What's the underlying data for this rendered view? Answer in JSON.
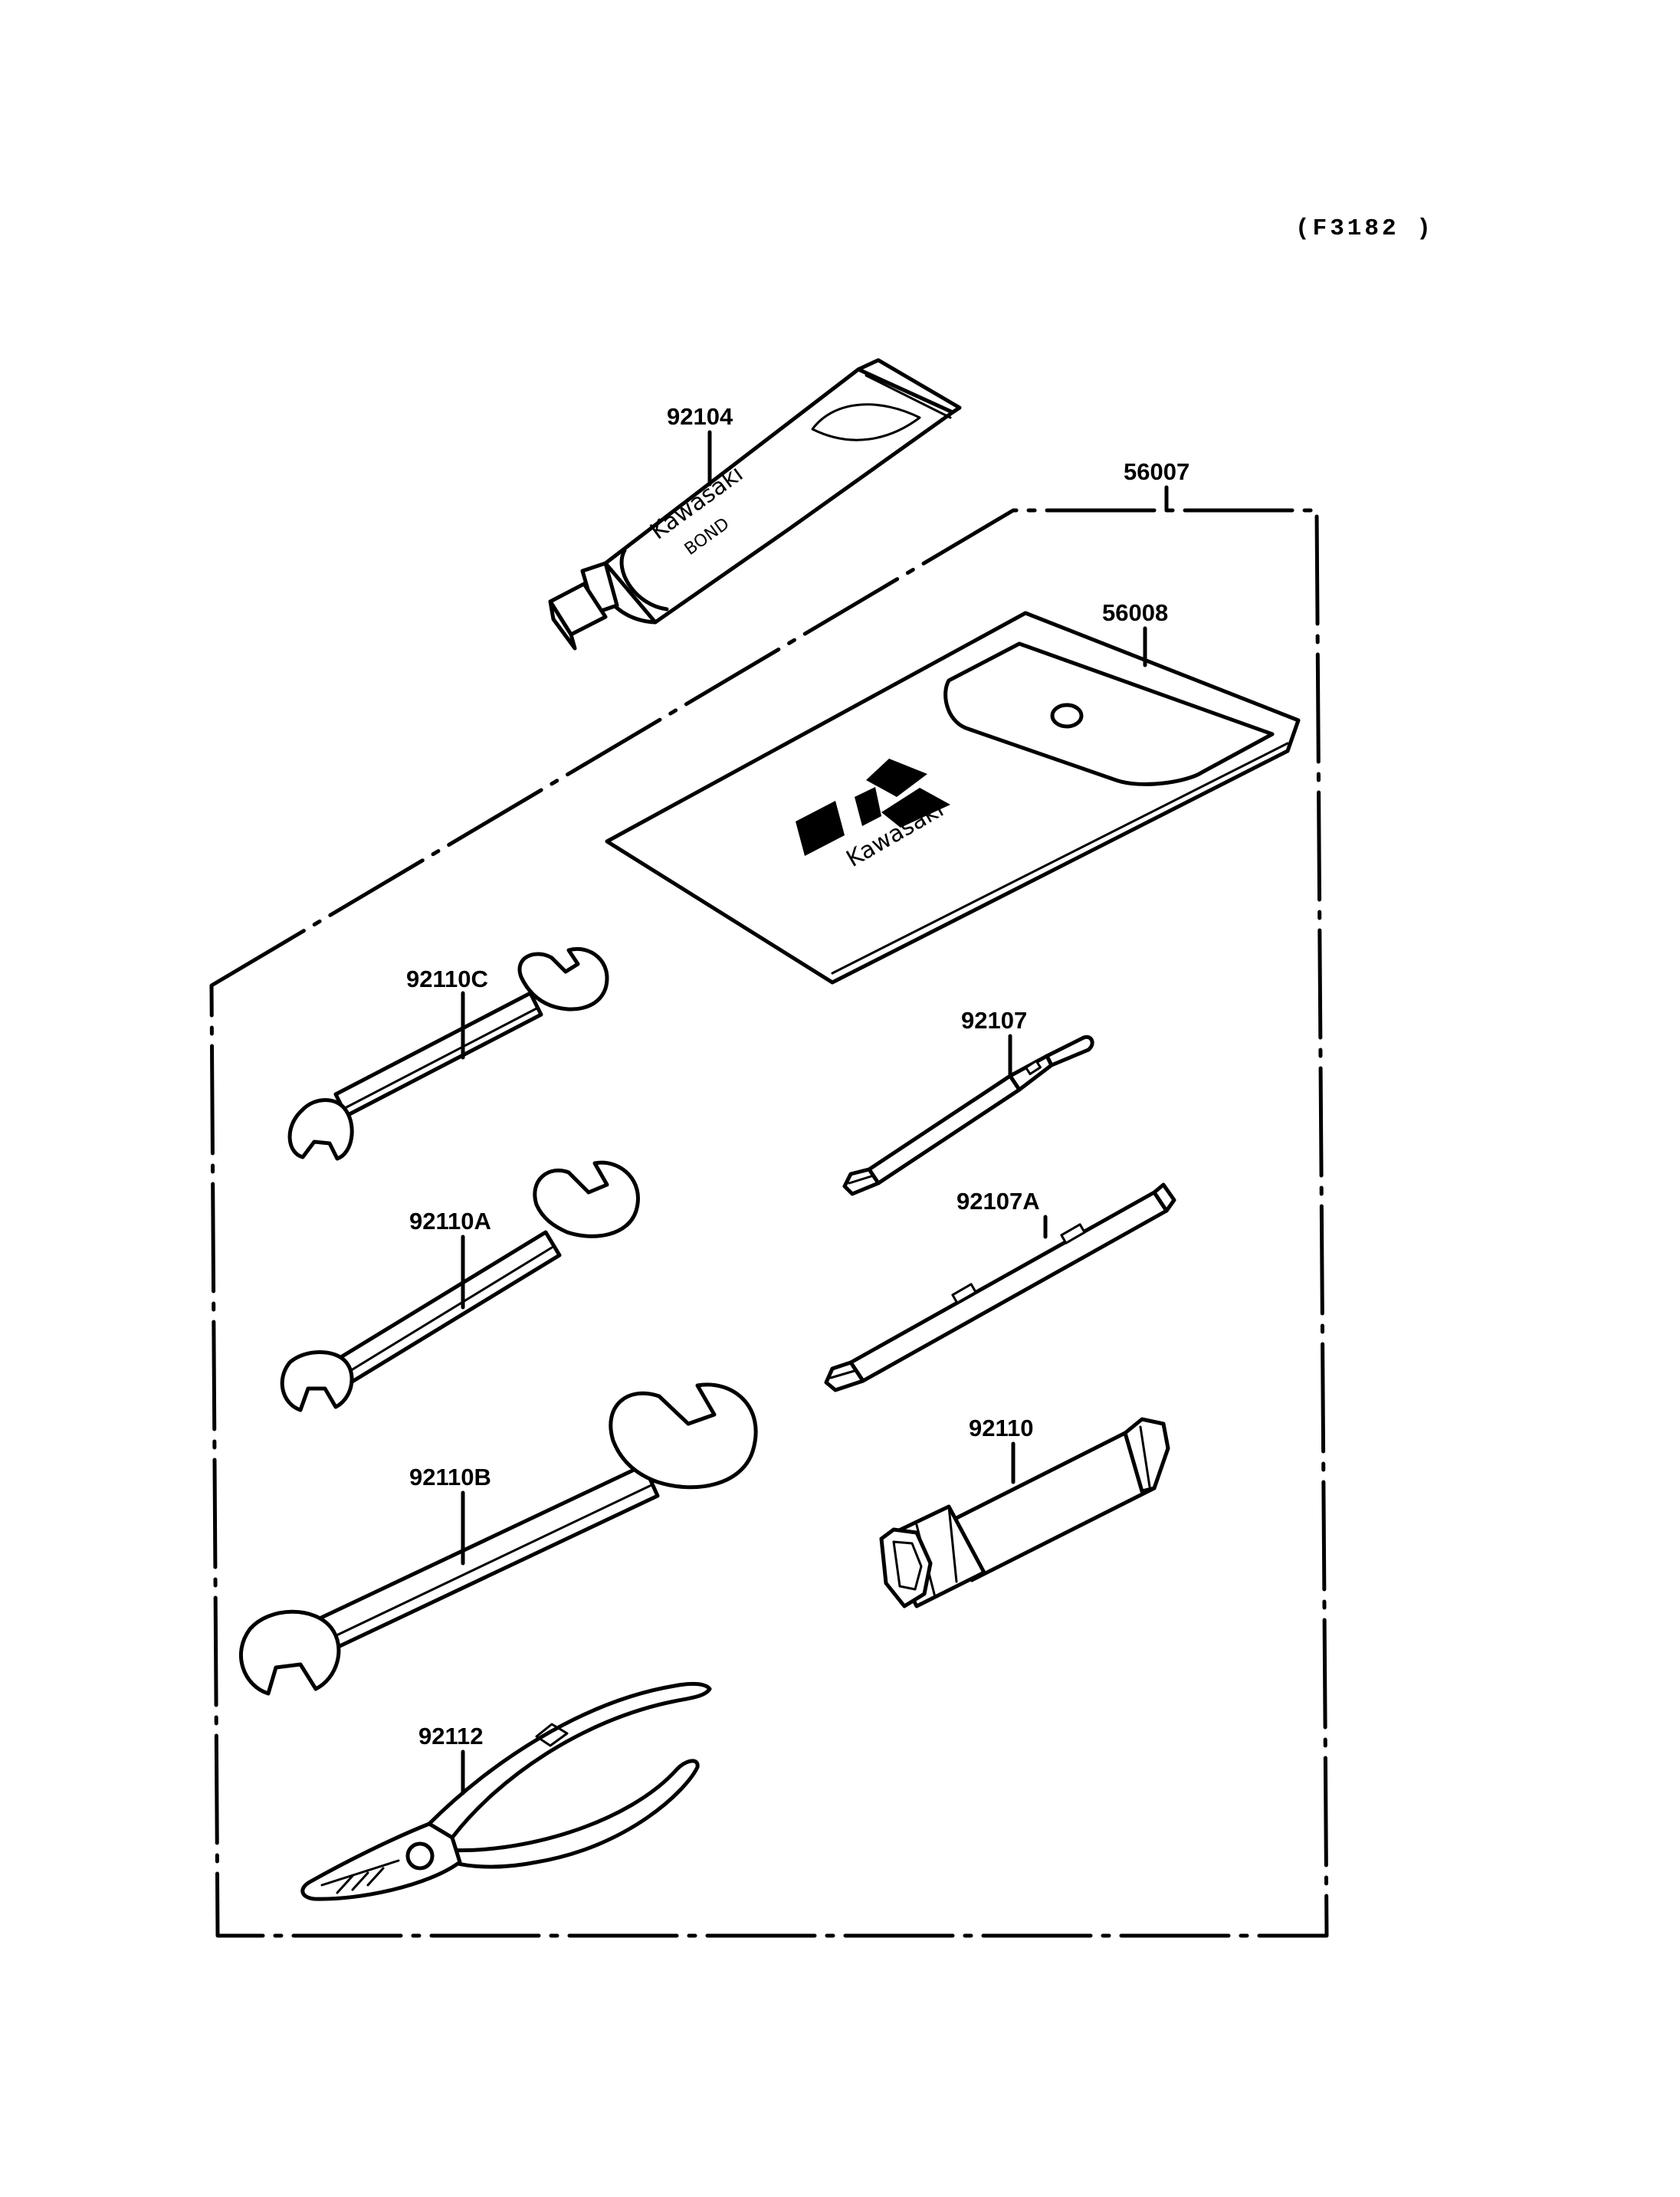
{
  "figure_code": "(F3182 )",
  "tube_print": {
    "brand": "Kawasaki",
    "word": "BOND"
  },
  "pouch_print": {
    "brand": "Kawasaki"
  },
  "parts": [
    {
      "key": "tube",
      "number": "92104"
    },
    {
      "key": "kit",
      "number": "56007"
    },
    {
      "key": "pouch",
      "number": "56008"
    },
    {
      "key": "wrench-c",
      "number": "92110C"
    },
    {
      "key": "screwdriver-bit",
      "number": "92107"
    },
    {
      "key": "wrench-a",
      "number": "92110A"
    },
    {
      "key": "screwdriver-handle",
      "number": "92107A"
    },
    {
      "key": "wrench-b",
      "number": "92110B"
    },
    {
      "key": "plug-wrench",
      "number": "92110"
    },
    {
      "key": "pliers",
      "number": "92112"
    }
  ]
}
